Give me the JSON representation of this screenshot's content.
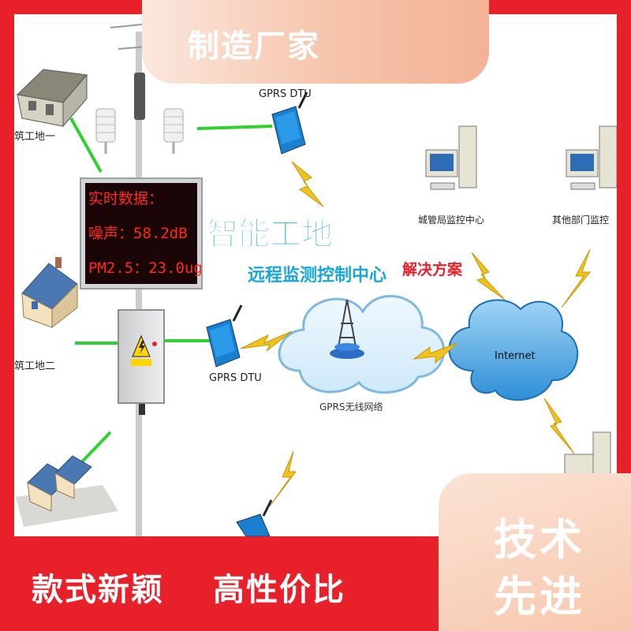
{
  "banner": {
    "top_tab": "制造厂家",
    "bottom_left_1": "款式新颖",
    "bottom_left_2": "高性价比",
    "corner_line_1": "技术",
    "corner_line_2": "先进"
  },
  "diagram": {
    "site_1": "建筑工地一",
    "site_2": "建筑工地二",
    "led_line_1": "实时数据：",
    "led_line_2": "噪声：58.2dB",
    "led_line_3": "PM2.5：23.0ug",
    "dtu_top_label": "GPRS DTU",
    "dtu_mid_label": "GPRS DTU",
    "title": "智能工地",
    "subtitle": "远程监测控制中心",
    "solution": "解决方案",
    "network_label": "GPRS无线网络",
    "internet_label": "Internet",
    "pc_1_label": "城管局监控中心",
    "pc_2_label": "其他部门监控"
  },
  "colors": {
    "background_red": "#e8202a",
    "link_green": "#2fd12f",
    "led_red": "#ff2a1e",
    "title_cyan": "#1aa6d8",
    "solution_red": "#e8202a",
    "lightning_yellow": "#f2c21c"
  }
}
